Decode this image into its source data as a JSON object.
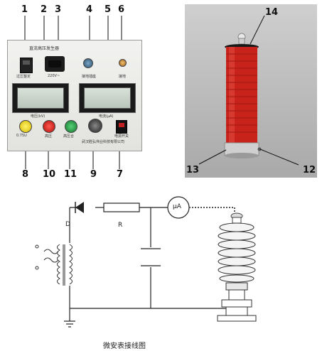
{
  "panel": {
    "callouts_top": [
      "1",
      "2",
      "3",
      "4",
      "5",
      "6"
    ],
    "callouts_bottom": [
      "8",
      "10",
      "11",
      "9",
      "7"
    ],
    "title": "直流高压发生器",
    "small_labels": [
      "过压整定",
      "220V~",
      "接地插座",
      "接地",
      "电压(kV)",
      "电流(μA)",
      "0.75U",
      "高压",
      "高压合",
      "电源开关"
    ],
    "maker": "武汉胜弘伟业科技有限公司",
    "colors": {
      "yellow_button": "#f2d600",
      "red_button": "#d41a14",
      "green_button": "#1e9a3c",
      "panel": "#e8e8e4"
    }
  },
  "photo": {
    "callouts": [
      "14",
      "13",
      "12"
    ],
    "colors": {
      "body": "#c8231b",
      "base": "#c9c9c9",
      "background": "#b5b5b5"
    }
  },
  "diagram": {
    "labels": {
      "diode": "D",
      "resistor": "R",
      "meter": "μA"
    },
    "caption": "微安表接线图"
  }
}
